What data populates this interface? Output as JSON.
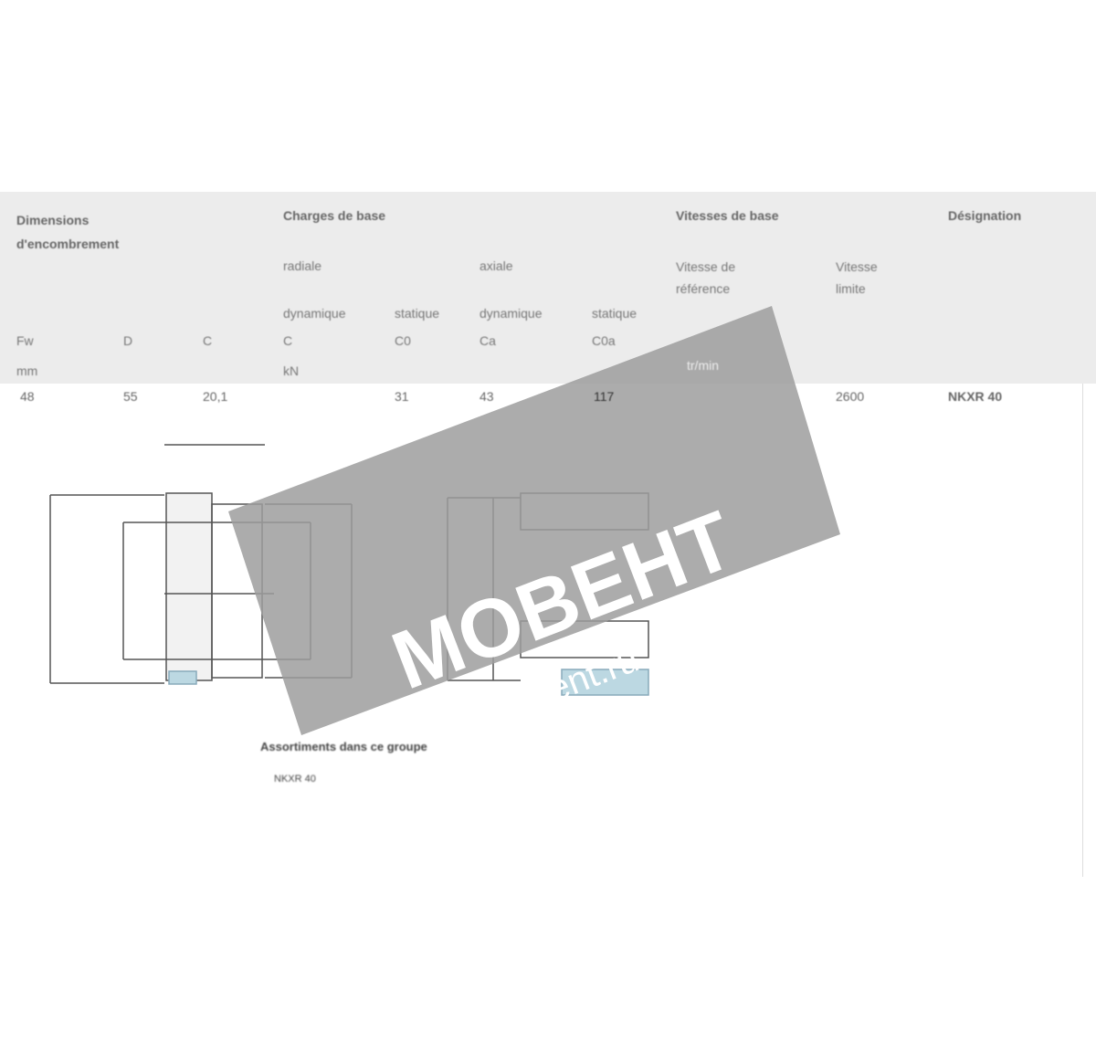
{
  "table": {
    "group_headers": [
      "Dimensions d'encombrement",
      "Charges de base",
      "Vitesses de base",
      "Désignation"
    ],
    "sub_headers": [
      "radiale",
      "axiale"
    ],
    "speed_headers": [
      "Vitesse de référence",
      "Vitesse limite"
    ],
    "load_headers": [
      "dynamique",
      "statique",
      "dynamique",
      "statique"
    ],
    "symbols": [
      "Fw",
      "D",
      "C",
      "C",
      "C0",
      "Ca",
      "C0a"
    ],
    "units": {
      "dimensions": "mm",
      "loads": "kN",
      "speed": "tr/min"
    },
    "row": {
      "Fw": "48",
      "D": "55",
      "C": "20,1",
      "C0": "31",
      "Ca": "43",
      "C0a": "117",
      "ref_speed": "",
      "limit_speed": "2600",
      "designation": "NKXR 40"
    }
  },
  "drawing": {
    "caption": "Assortiments dans ce groupe",
    "subcaption": "NKXR 40"
  },
  "watermark": {
    "brand": "МОВЕНТ",
    "url": "movent.ru"
  },
  "colors": {
    "header_bg": "#ececec",
    "watermark": "#9e9e9e",
    "bearing_fill": "#bcd8e2"
  }
}
